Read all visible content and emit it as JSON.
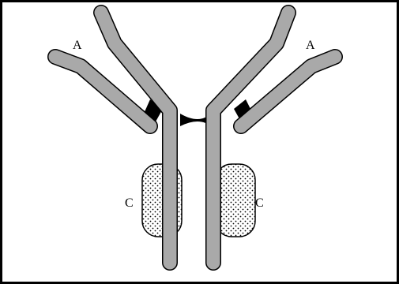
{
  "labels": {
    "light_chain_left": "A",
    "light_chain_right": "A",
    "constant_region_left": "C",
    "constant_region_right": "C"
  },
  "colors": {
    "chain_fill": "#a9a9a9",
    "outline": "#000000",
    "disulfide": "#000000",
    "background": "#ffffff"
  }
}
